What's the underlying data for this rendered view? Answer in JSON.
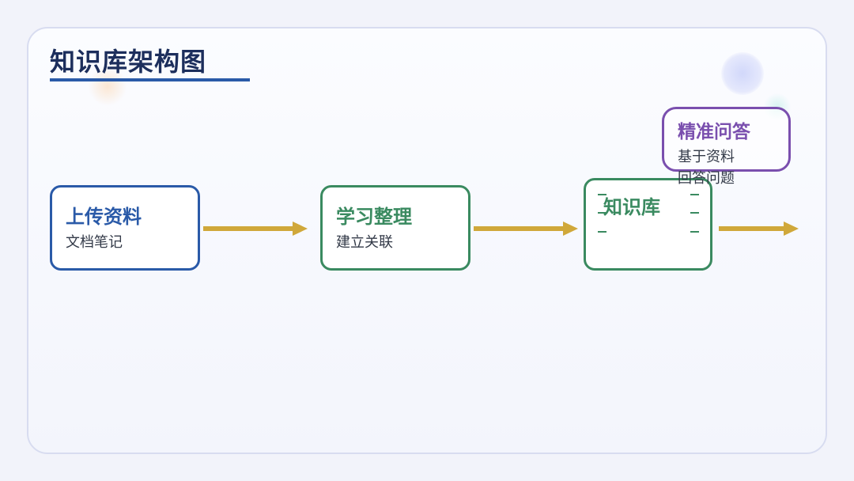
{
  "title": "知识库架构图",
  "colors": {
    "primary_blue": "#2a5aa8",
    "green": "#3a8a60",
    "purple": "#7a4fae",
    "arrow": "#d0a83a",
    "title_text": "#1c2e5c"
  },
  "nodes": {
    "upload": {
      "title": "上传资料",
      "subtitle": "文档笔记"
    },
    "learn": {
      "title": "学习整理",
      "subtitle": "建立关联"
    },
    "kb": {
      "title": "知识库"
    },
    "qa": {
      "title": "精准问答",
      "subtitle_line1": "基于资料",
      "subtitle_line2": "回答问题"
    }
  }
}
